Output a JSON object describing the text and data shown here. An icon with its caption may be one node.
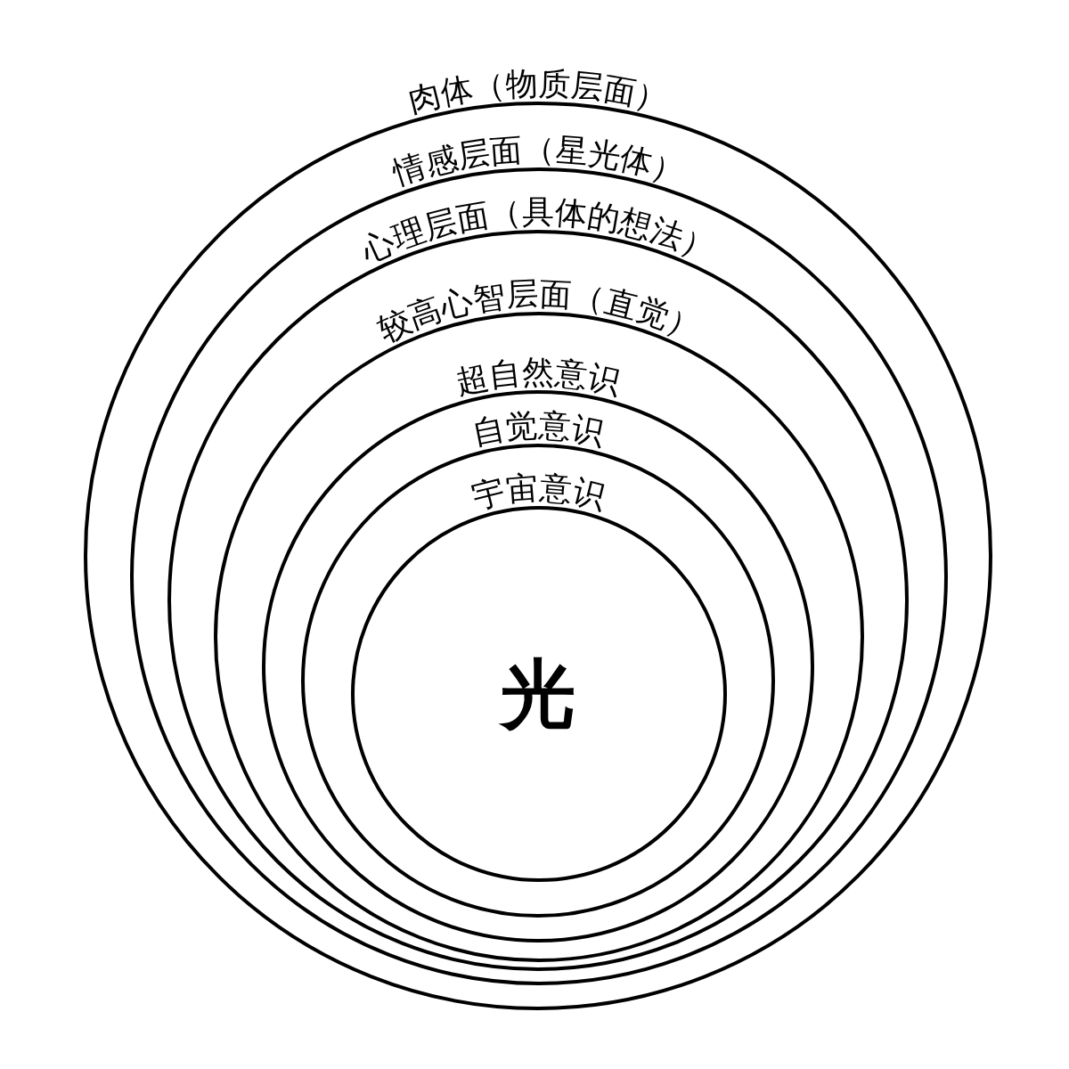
{
  "diagram": {
    "nodes": [
      {
        "text": [
          "肉体（物质层面）"
        ]
      },
      {
        "text": [
          "情感层面（星光体）"
        ],
        "in": 0
      },
      {
        "text": [
          "心理层面（具体的想法）"
        ],
        "in": 1
      },
      {
        "text": [
          "较高心智层面（直觉）"
        ],
        "in": 2
      },
      {
        "text": [
          "超自然意识"
        ],
        "in": 3
      },
      {
        "text": [
          "自觉意识"
        ],
        "in": 4
      },
      {
        "text": [
          "宇宙意识",
          "光"
        ],
        "in": 5
      }
    ]
  }
}
